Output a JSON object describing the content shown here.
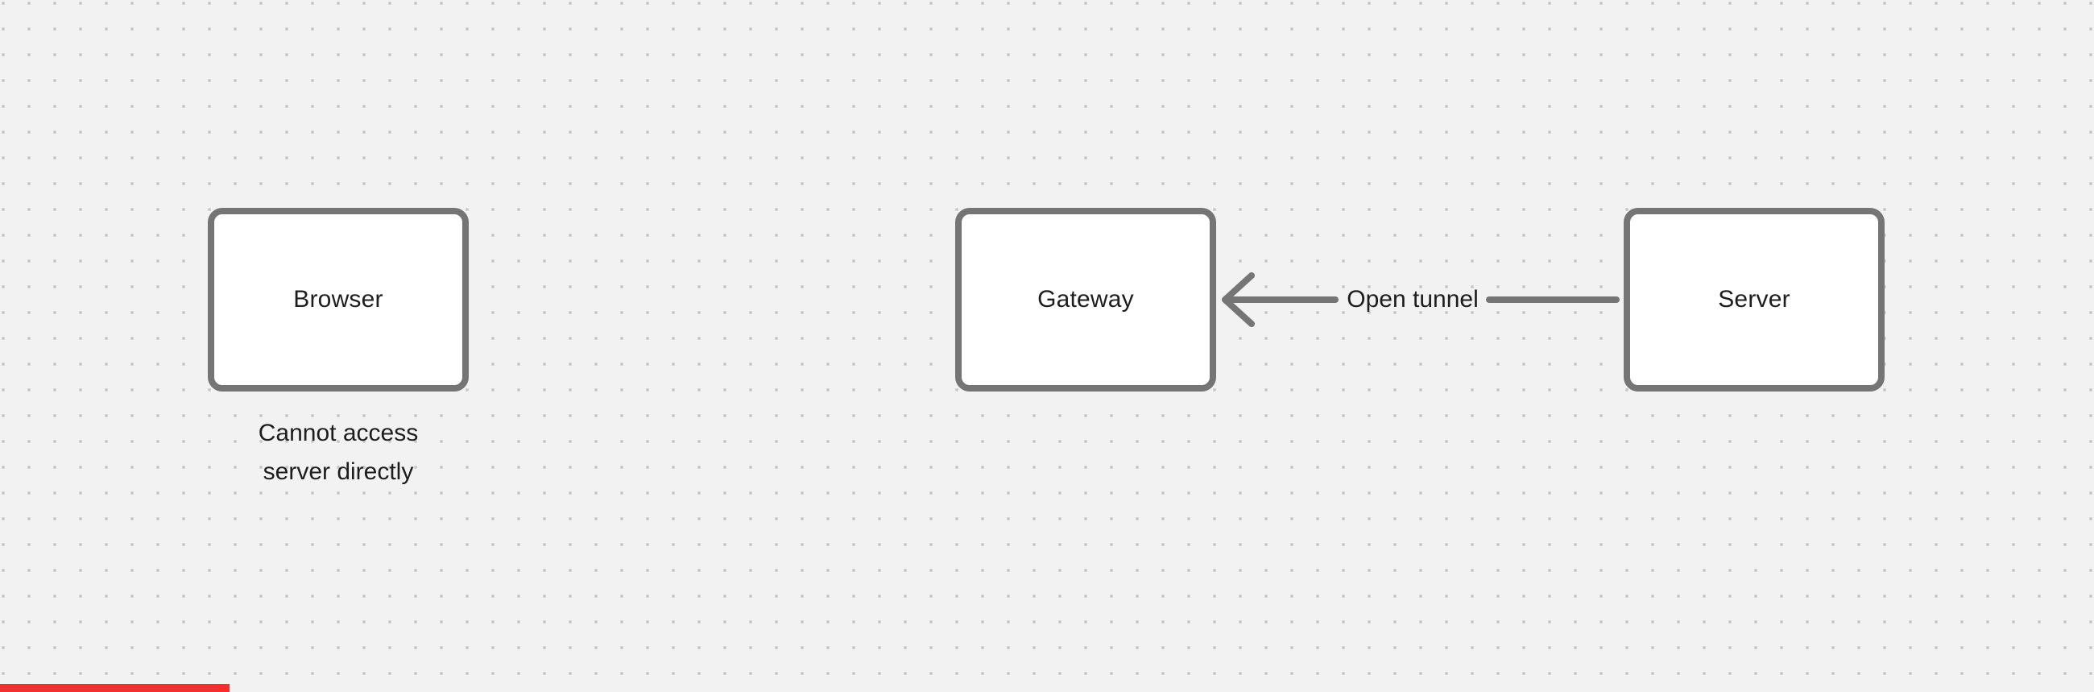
{
  "diagram": {
    "nodes": [
      {
        "label": "Browser"
      },
      {
        "label": "Gateway"
      },
      {
        "label": "Server"
      }
    ],
    "caption": {
      "line1": "Cannot access",
      "line2": "server directly"
    },
    "edge": {
      "label": "Open tunnel",
      "direction": "left"
    }
  },
  "colors": {
    "background": "#f2f2f2",
    "grid_dot": "#c9c9c9",
    "stroke": "#757575",
    "text": "#1d1d1d",
    "node_fill": "#ffffff",
    "progress": "#f23030"
  }
}
